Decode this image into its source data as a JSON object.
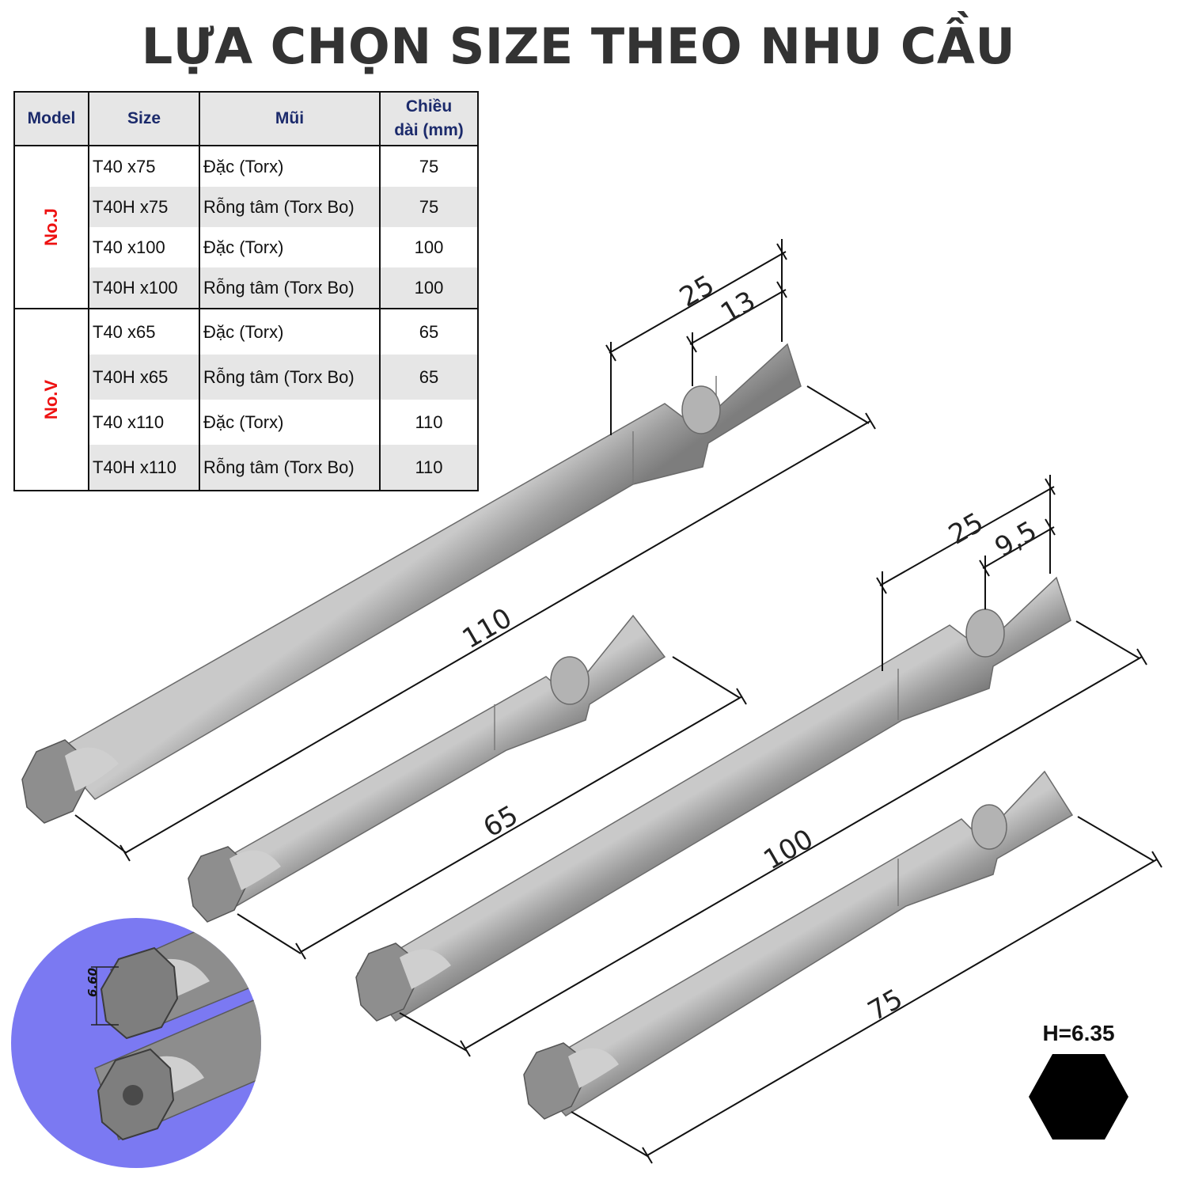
{
  "title": "LỰA CHỌN SIZE THEO NHU CẦU",
  "table": {
    "headers": {
      "model": "Model",
      "size": "Size",
      "tip": "Mũi",
      "length": "Chiều dài (mm)"
    },
    "groups": [
      {
        "model": "No.J",
        "rows": [
          {
            "size": "T40 x75",
            "tip": "Đặc (Torx)",
            "length": "75"
          },
          {
            "size": "T40H x75",
            "tip": "Rỗng tâm (Torx Bo)",
            "length": "75"
          },
          {
            "size": "T40 x100",
            "tip": "Đặc (Torx)",
            "length": "100"
          },
          {
            "size": "T40H x100",
            "tip": "Rỗng tâm (Torx Bo)",
            "length": "100"
          }
        ]
      },
      {
        "model": "No.V",
        "rows": [
          {
            "size": "T40 x65",
            "tip": "Đặc (Torx)",
            "length": "65"
          },
          {
            "size": "T40H x65",
            "tip": "Rỗng tâm (Torx Bo)",
            "length": "65"
          },
          {
            "size": "T40 x110",
            "tip": "Đặc (Torx)",
            "length": "110"
          },
          {
            "size": "T40H x110",
            "tip": "Rỗng tâm (Torx Bo)",
            "length": "110"
          }
        ]
      }
    ]
  },
  "drawing": {
    "bits": [
      {
        "length": "110",
        "hex_length": "25",
        "shank_length": "13"
      },
      {
        "length": "65"
      },
      {
        "length": "100",
        "hex_length": "25",
        "shank_length": "9,5"
      },
      {
        "length": "75"
      }
    ],
    "hex_label": "H=6.35",
    "inset_dimension": "6.60"
  },
  "colors": {
    "title": "#333333",
    "header_text": "#1b2a6b",
    "model_label": "#ee1111",
    "row_shade": "#e6e6e6",
    "inset_background": "#7b79f2",
    "bit_gray": "#9a9a9a"
  }
}
